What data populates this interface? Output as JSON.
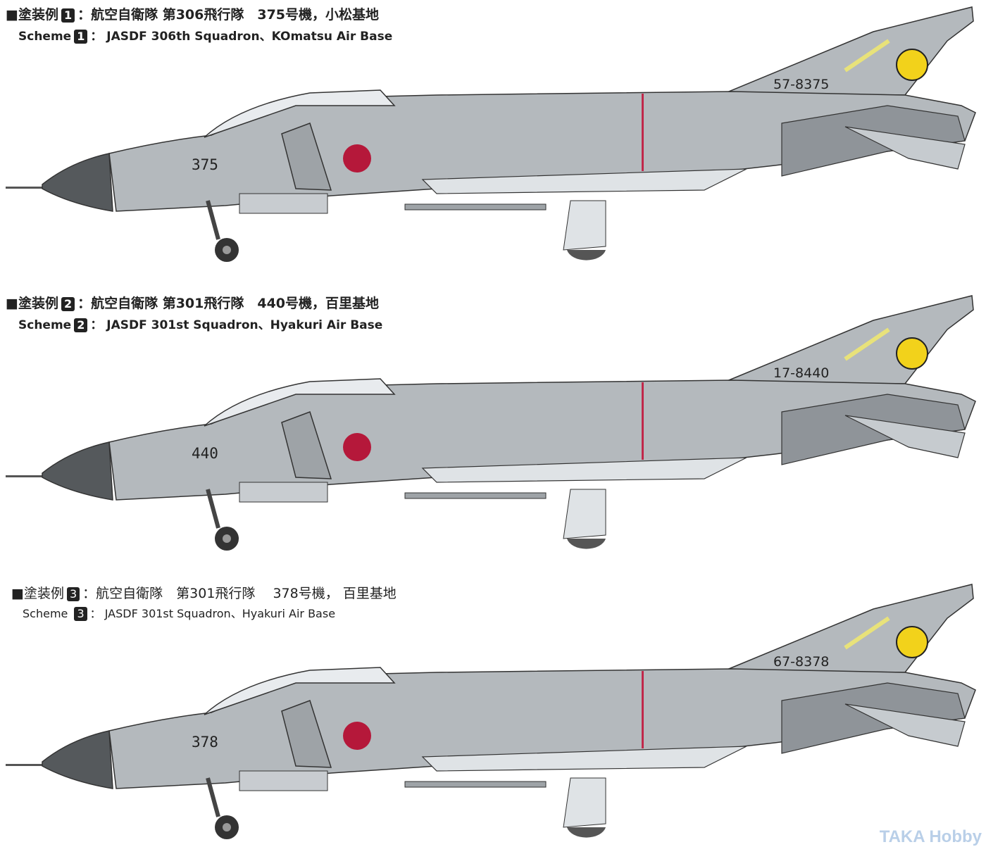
{
  "schemes": [
    {
      "title_prefix": "■塗装例",
      "number": "1",
      "title_rest": "：航空自衛隊 第306飛行隊　375号機，小松基地",
      "sub_prefix": "Scheme",
      "sub_rest": "： JASDF 306th Squadron、KOmatsu Air Base",
      "nose_number": "375",
      "tail_code": "57-8375"
    },
    {
      "title_prefix": "■塗装例",
      "number": "2",
      "title_rest": "：航空自衛隊 第301飛行隊　440号機，百里基地",
      "sub_prefix": "Scheme",
      "sub_rest": "： JASDF 301st Squadron、Hyakuri Air Base",
      "nose_number": "440",
      "tail_code": "17-8440"
    },
    {
      "title_prefix": "■塗装例",
      "number": "3",
      "title_rest": "：航空自衛隊　第301飛行隊　 378号機， 百里基地",
      "sub_prefix": "Scheme",
      "sub_rest": "： JASDF 301st Squadron、Hyakuri Air Base",
      "nose_number": "378",
      "tail_code": "67-8378"
    }
  ],
  "colors": {
    "body": "#b4b9bd",
    "radome": "#55595c",
    "roundel": "#b5183a",
    "emblem": "#f2d21b",
    "stripe": "#c0284a"
  },
  "watermark": "TAKA Hobby"
}
